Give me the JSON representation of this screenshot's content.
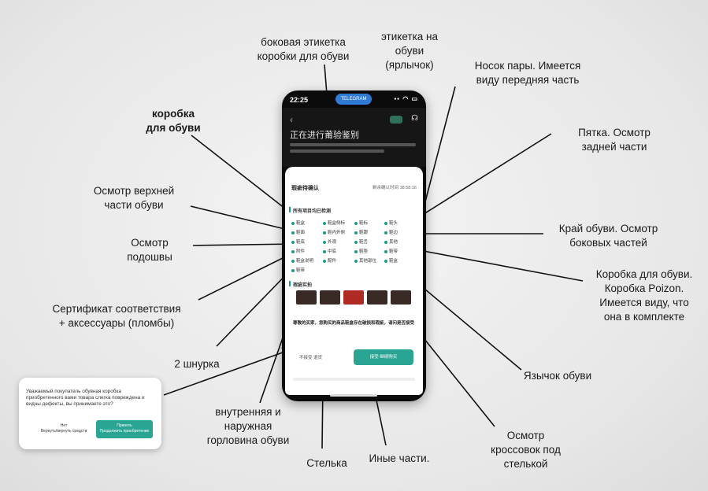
{
  "labels": {
    "box_side_label": "боковая этикетка\nкоробки для обуви",
    "shoe_label": "этикетка на\nобуви\n(ярлычок)",
    "toe": "Носок пары. Имеется\nвиду передняя часть",
    "shoebox": "коробка\nдля обуви",
    "heel": "Пятка. Осмотр\nзадней части",
    "upper": "Осмотр верхней\nчасти обуви",
    "sole": "Осмотр\nподошвы",
    "edge": "Край обуви. Осмотр\nбоковых частей",
    "poizon_box": "Коробка для обуви.\nКоробка  Poizon.\nИмеется виду, что\nона в комплекте",
    "certificate": "Сертификат соответствия\n+ аксессуары (пломбы)",
    "laces": "2 шнурка",
    "tongue": "Язычок обуви",
    "collar": "внутренняя и\nнаружная\nгорловина обуви",
    "insole": "Стелька",
    "other_parts": "Иные части.",
    "under_insole": "Осмотр\nкроссовок под\nстелькой"
  },
  "phone": {
    "time": "22:25",
    "pill": "TELEGRAM",
    "signal": "▪▪ ◠ ▭",
    "title": "正在进行莆验鉴别",
    "card_title": "瑕疵待确认",
    "timer": "剩余确认时间 38:58:16",
    "section1": "所有项目均已检测",
    "section2": "瑕疵实拍",
    "grid_items": [
      "鞋盒",
      "鞋盒侧标",
      "鞋标",
      "鞋头",
      "鞋面",
      "鞋内外侧",
      "鞋跟",
      "鞋边",
      "鞋底",
      "外观",
      "鞋舌",
      "其他",
      "附件",
      "中底",
      "鞋垫",
      "鞋带",
      "鞋盒说明",
      "配件",
      "其他部位",
      "鞋盒",
      "鞋带"
    ],
    "notice": "尊敬的买家，您购买的商品鞋盒存在破损和瑕疵，请问是否接受",
    "reject_label": "不接受   退货",
    "accept_label": "接受   继续购买"
  },
  "popup": {
    "text": "Уважаемый покупатель обувная коробка приобретенного вами товара слегка повреждена и видны дефекты, вы принимаете это?",
    "no_label": "Нет\nВернуть/вернуть средств",
    "yes_label": "Принять\nПродолжить приобретение"
  }
}
